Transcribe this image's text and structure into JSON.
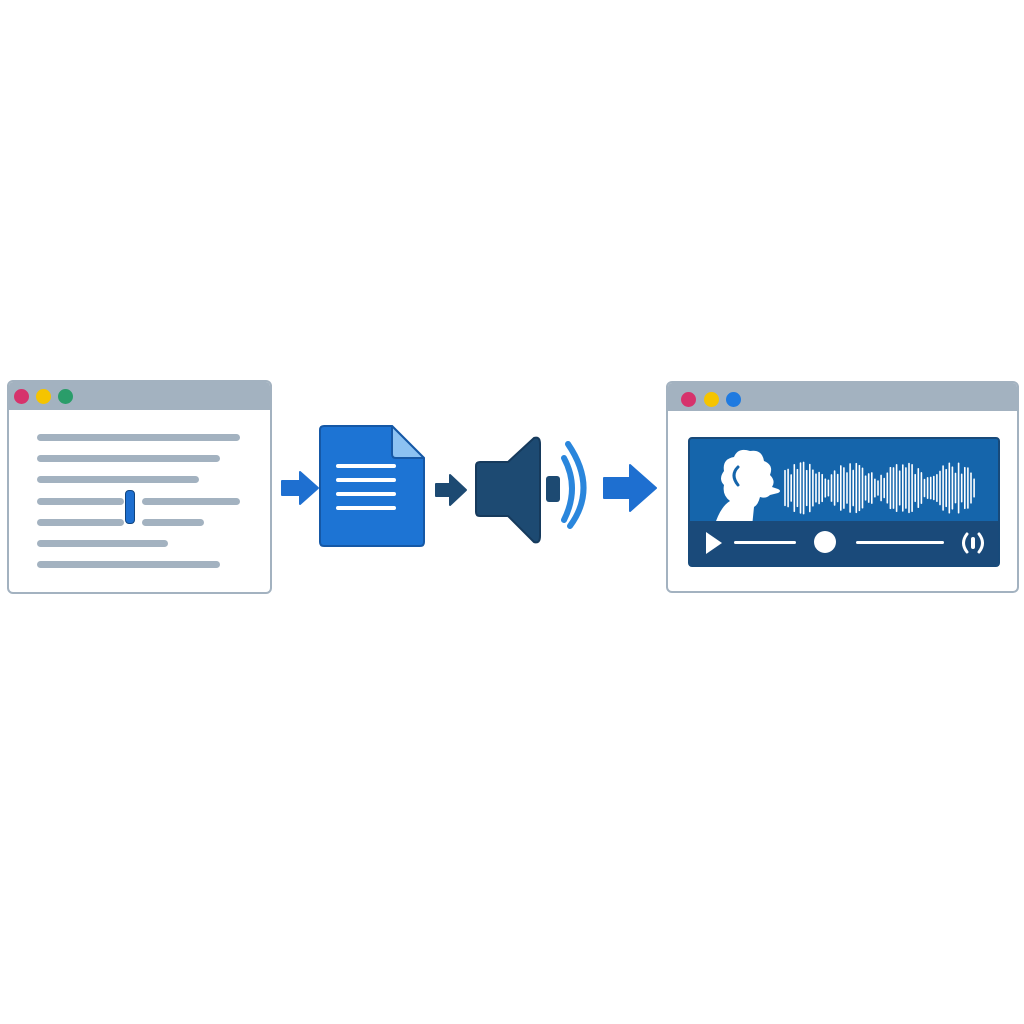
{
  "colors": {
    "window_frame": "#a3b2c0",
    "dot_red": "#d6336c",
    "dot_yellow": "#f5c400",
    "dot_green": "#2a9d6a",
    "dot_blue": "#1f7ae0",
    "accent_blue": "#1e6fd0",
    "doc_blue": "#1d74d4",
    "doc_fold": "#8cc2f2",
    "speaker_navy": "#1d4a72",
    "wave_blue": "#2a86dc",
    "player_bg": "#1565ab",
    "player_controls": "#1a4a7a"
  },
  "diagram": {
    "steps": [
      {
        "id": "text-editor",
        "icon": "text-editor-window-icon"
      },
      {
        "id": "document",
        "icon": "document-icon"
      },
      {
        "id": "speaker",
        "icon": "speaker-sound-icon"
      },
      {
        "id": "audio-player",
        "icon": "audio-player-window-icon"
      }
    ],
    "connectors": [
      "arrow-right-icon",
      "arrow-right-icon",
      "arrow-right-icon"
    ]
  },
  "editor_window": {
    "window_buttons": [
      "close-dot",
      "minimize-dot",
      "maximize-dot"
    ],
    "text_cursor": "text-cursor-icon"
  },
  "player_window": {
    "window_buttons": [
      "close-dot",
      "minimize-dot",
      "maximize-dot"
    ],
    "speaker_avatar": "speaking-head-icon",
    "waveform": "audio-waveform-icon",
    "controls": [
      "play-icon",
      "progress-track",
      "scrubber-knob",
      "volume-icon"
    ]
  }
}
